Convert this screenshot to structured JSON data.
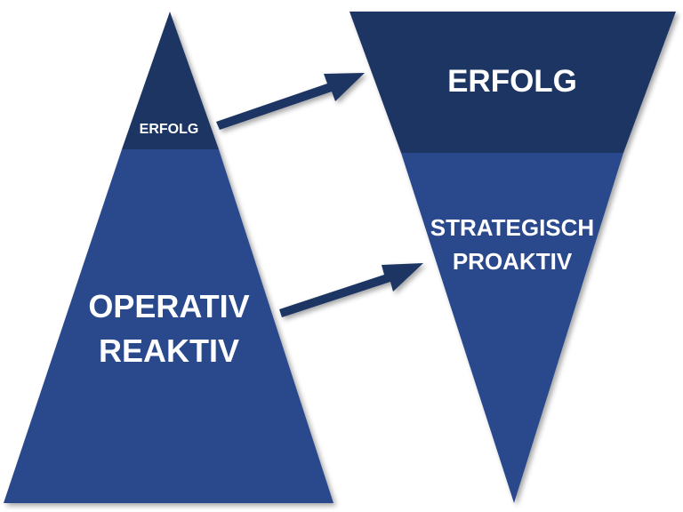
{
  "colors": {
    "dark": "#1e3462",
    "medium": "#2b4a8c",
    "text": "#ffffff",
    "arrow": "#1e3462"
  },
  "left_pyramid": {
    "top_label": "ERFOLG",
    "bottom_label_line1": "OPERATIV",
    "bottom_label_line2": "REAKTIV"
  },
  "right_pyramid": {
    "top_label": "ERFOLG",
    "bottom_label_line1": "STRATEGISCH",
    "bottom_label_line2": "PROAKTIV"
  }
}
